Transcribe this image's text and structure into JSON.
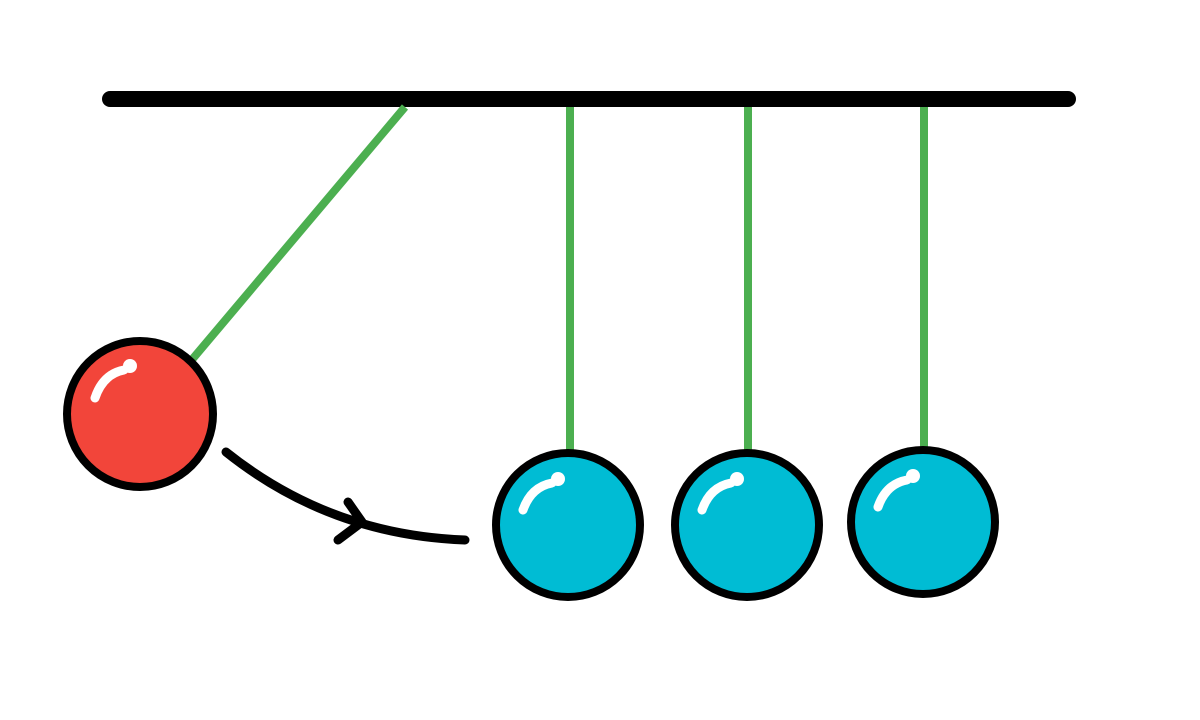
{
  "diagram": {
    "colors": {
      "background": "#ffffff",
      "bar": "#000000",
      "string": "#4caf50",
      "outline": "#000000",
      "swinging_ball": "#f2453a",
      "resting_ball": "#00bcd4",
      "highlight": "#ffffff",
      "arrow": "#000000"
    },
    "balls": [
      {
        "state": "swinging",
        "color_key": "swinging_ball"
      },
      {
        "state": "resting",
        "color_key": "resting_ball"
      },
      {
        "state": "resting",
        "color_key": "resting_ball"
      },
      {
        "state": "resting",
        "color_key": "resting_ball"
      }
    ],
    "arrow": {
      "icon": "curved-arrow-icon",
      "direction": "right"
    }
  }
}
